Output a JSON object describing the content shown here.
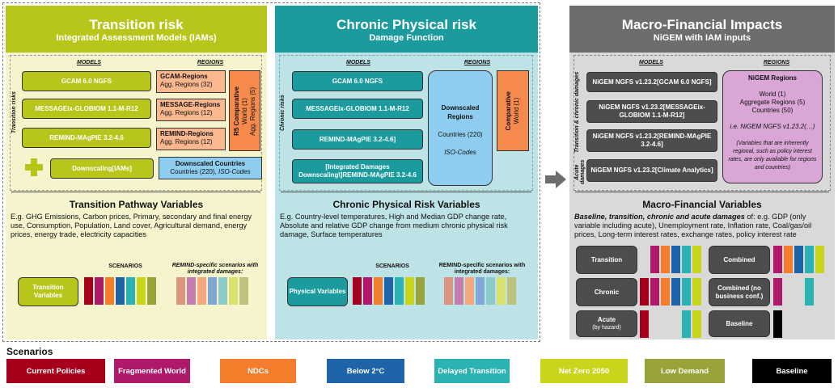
{
  "colors": {
    "current_policies": "#a6001c",
    "fragmented_world": "#b0186a",
    "ndcs": "#f47d2c",
    "below_2c": "#1e64a8",
    "delayed_transition": "#2bb2b2",
    "net_zero_2050": "#c8d51a",
    "low_demand": "#9aa33a",
    "baseline": "#000000",
    "transition_panel": "#b8c61c",
    "chronic_panel": "#1b9b9e",
    "macro_panel": "#6d6d6d",
    "remind1": "#d9957e",
    "remind2": "#c47dae",
    "remind3": "#f3a97b",
    "remind4": "#7fa8d4",
    "remind5": "#8bcbcb",
    "remind6": "#d9e26f",
    "remind7": "#bfc27a"
  },
  "transition": {
    "title": "Transition risk",
    "subtitle": "Integrated Assessment Models (IAMs)",
    "models_header": "MODELS",
    "regions_header": "REGIONS",
    "side_label": "Transition risks",
    "models": [
      "GCAM 6.0 NGFS",
      "MESSAGEix-GLOBIOM 1.1-M-R12",
      "REMIND-MAgPIE 3.2-4.6"
    ],
    "regions": [
      {
        "name": "GCAM-Regions",
        "sub": "Agg. Regions (32)"
      },
      {
        "name": "MESSAGE-Regions",
        "sub": "Agg. Regions (12)"
      },
      {
        "name": "REMIND-Regions",
        "sub": "Agg. Regions (12)"
      }
    ],
    "r5_title": "R5 Comparative",
    "r5_l1": "World (1)",
    "r5_l2": "Agg. Regions (5)",
    "plus": "+",
    "downscaling": "Downscaling[IAMs]",
    "downscaled_title": "Downscaled Countries",
    "downscaled_sub": "Countries (220), ",
    "downscaled_iso": "ISO-Codes",
    "variables_title": "Transition Pathway Variables",
    "variables_desc": "E.g. GHG Emissions, Carbon prices, Primary, secondary and final energy use, Consumption, Population, Land cover, Agricultural demand, energy prices, energy trade, electricity capacities",
    "scenarios_label": "SCENARIOS",
    "remind_label": "REMIND-specific scenarios with integrated damages:",
    "button": "Transition Variables"
  },
  "chronic": {
    "title": "Chronic Physical risk",
    "subtitle": "Damage Function",
    "models_header": "MODELS",
    "regions_header": "REGIONS",
    "side_label": "Chronic risks",
    "models": [
      "GCAM 6.0 NGFS",
      "MESSAGEix-GLOBIOM 1.1-M-R12",
      "REMIND-MAgPIE 3.2-4.6]",
      "[Integrated Damages Downscaling\\]REMIND-MAgPIE 3.2-4.6"
    ],
    "downscaled_title": "Downscaled Regions",
    "downscaled_countries": "Countries (220)",
    "downscaled_iso": "ISO-Codes",
    "comparative_title": "Comparative",
    "comparative_sub": "World (1)",
    "variables_title": "Chronic Physical Risk Variables",
    "variables_desc": "E.g. Country-level temperatures, High and Median GDP change rate, Absolute and relative GDP change from medium chronic physical risk damage, Surface temperatures",
    "scenarios_label": "SCENARIOS",
    "remind_label": "REMIND-specific scenarios with integrated damages:",
    "button": "Physical Variables"
  },
  "macro": {
    "title": "Macro-Financial Impacts",
    "subtitle": "NiGEM with IAM inputs",
    "models_header": "MODELS",
    "regions_header": "REGIONS",
    "side_label_1": "Transition & chronic damages",
    "side_label_2": "Acute damages",
    "models": [
      "NiGEM NGFS v1.23.2[GCAM 6.0 NGFS]",
      "NiGEM NGFS v1.23.2[MESSAGEix-GLOBIOM 1.1-M-R12]",
      "NiGEM NGFS v1.23.2[REMIND-MAgPIE 3.2-4.6]",
      "NiGEM NGFS v1.23.2[Climate Analytics]"
    ],
    "regions_title": "NiGEM Regions",
    "regions_l1": "World (1)",
    "regions_l2": "Aggregate Regions (5)",
    "regions_l3": "Countries (50)",
    "regions_ie": "i.e. NiGEM NGFS v1.23.2(…)",
    "regions_note": "(Variables that are inherently regional, such as policy interest rates, are only available for regions and countries)",
    "variables_title": "Macro-Financial Variables",
    "variables_lead": "Baseline, transition, chronic and acute damages",
    "variables_desc": " of: e.g. GDP (only variable including acute), Unemployment rate, Inflation rate, Coal/gas/oil prices, Long-term interest rates, exchange rates, policy interest rate",
    "buttons": {
      "transition": "Transition",
      "chronic": "Chronic",
      "acute": "Acute",
      "acute_sub": "(by hazard)",
      "combined": "Combined",
      "combined_nbc": "Combined (no business conf.)",
      "baseline": "Baseline"
    }
  },
  "legend": {
    "title": "Scenarios",
    "items": [
      "Current Policies",
      "Fragmented World",
      "NDCs",
      "Below 2°C",
      "Delayed Transition",
      "Net Zero 2050",
      "Low Demand",
      "Baseline"
    ]
  }
}
